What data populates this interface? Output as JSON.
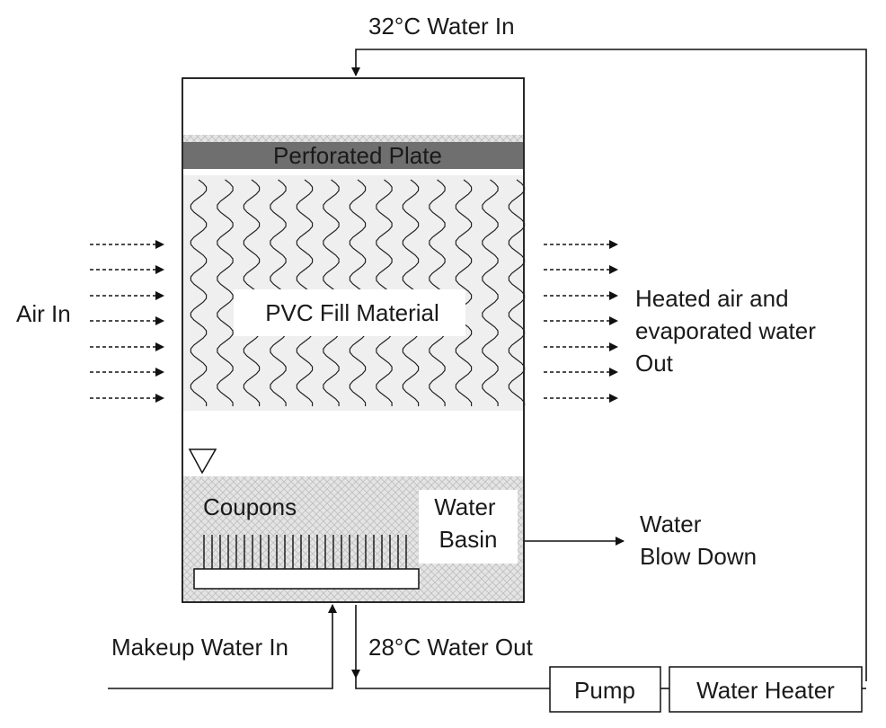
{
  "labels": {
    "water_in": "32°C Water In",
    "perforated_plate": "Perforated Plate",
    "fill": "PVC Fill Material",
    "air_in": "Air In",
    "air_out": [
      "Heated air and",
      "evaporated water",
      "Out"
    ],
    "coupons": "Coupons",
    "basin": [
      "Water",
      "Basin"
    ],
    "blow_down": [
      "Water",
      "Blow Down"
    ],
    "makeup": "Makeup Water In",
    "water_out": "28°C Water Out",
    "pump": "Pump",
    "heater": "Water Heater"
  },
  "colors": {
    "plate": "#6f6f6f",
    "fill_bg": "#efefef",
    "basin_bg": "#e6e6e6",
    "line": "#111111"
  }
}
